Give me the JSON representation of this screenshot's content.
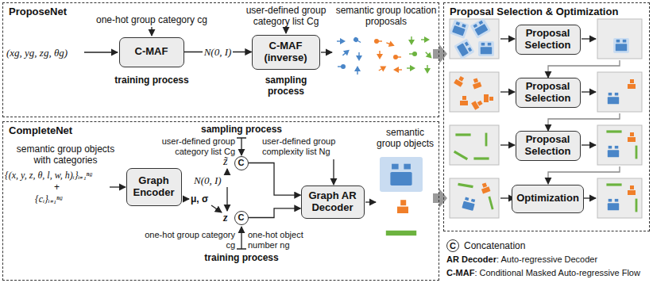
{
  "diagram": {
    "nodes": [
      {
        "text": [
          "ProposeNet"
        ]
      },
      {
        "text": [
          "C-MAF"
        ],
        "in": 0
      },
      {
        "text": [
          "C-MAF (inverse)"
        ],
        "in": 0
      },
      {
        "text": [
          "CompleteNet"
        ]
      },
      {
        "text": [
          "Graph Encoder"
        ],
        "in": 3
      },
      {
        "text": [
          "Graph AR Decoder"
        ],
        "in": 3
      },
      {
        "text": [
          "C"
        ],
        "in": 3
      },
      {
        "text": [
          "C"
        ],
        "in": 3
      },
      {
        "text": [
          "Proposal Selection & Optimization"
        ]
      },
      {
        "text": [
          "Proposal Selection"
        ],
        "in": 8
      },
      {
        "text": [
          "Proposal Selection"
        ],
        "in": 8
      },
      {
        "text": [
          "Proposal Selection"
        ],
        "in": 8
      },
      {
        "text": [
          "Optimization"
        ],
        "in": 8
      },
      {
        "text": [
          "C"
        ]
      }
    ],
    "edges": [
      {
        "from": 1,
        "to": 2,
        "arrow": "to",
        "label": "N(0, I)"
      },
      {
        "from": 6,
        "to": 5,
        "arrow": "to"
      },
      {
        "from": 7,
        "to": 5,
        "arrow": "to"
      }
    ],
    "labels": [
      "one-hot group category cg",
      "(xg, yg, zg, θg)",
      "training process",
      "user-defined group category list Cg",
      "sampling process",
      "semantic group location proposals",
      "semantic group objects with categories",
      "{(x, y, z, θ, l, w, h)ᵢ}ᵢ₌₁ⁿᵍ",
      "+",
      "{cᵢ}ᵢ₌₁ⁿᵍ",
      "sampling process",
      "user-defined group category list Cg",
      "user-defined group complexity list Ng",
      "z̃",
      "N(0, I)",
      "μ, σ",
      "z",
      "semantic group objects",
      "one-hot group category cg",
      "one-hot object number ng",
      "training process",
      "Concatenation",
      "AR Decoder",
      ": Auto-regressive Decoder",
      "C-MAF",
      ": Conditional Masked Auto-regressive Flow"
    ]
  }
}
